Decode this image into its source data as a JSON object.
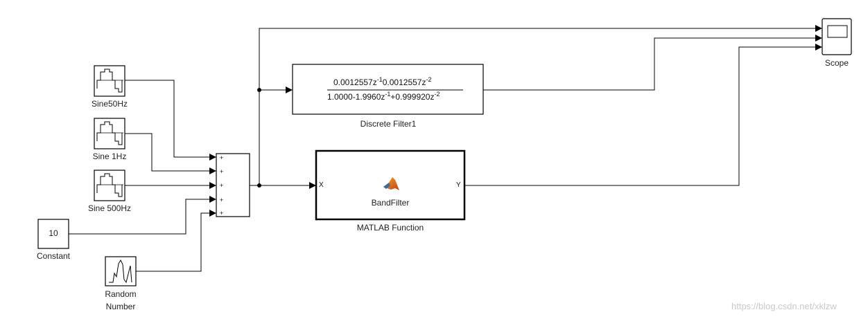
{
  "blocks": {
    "sine50": {
      "label": "Sine50Hz"
    },
    "sine1": {
      "label": "Sine 1Hz"
    },
    "sine500": {
      "label": "Sine 500Hz"
    },
    "constant": {
      "label": "Constant",
      "value": "10"
    },
    "random": {
      "label_line1": "Random",
      "label_line2": "Number"
    },
    "sum": {
      "signs": [
        "+",
        "+",
        "+",
        "+",
        "+"
      ]
    },
    "filter": {
      "label": "Discrete Filter1",
      "num_a": "0.0012557z",
      "num_a_exp": "-1",
      "num_b": "0.0012557z",
      "num_b_exp": "-2",
      "den_a": "1.0000-1.9960z",
      "den_a_exp": "-1",
      "den_b": "+0.999920z",
      "den_b_exp": "-2"
    },
    "matlab": {
      "label": "MATLAB Function",
      "name": "BandFilter",
      "in_port": "X",
      "out_port": "Y",
      "icon": "matlab-logo-icon"
    },
    "scope": {
      "label": "Scope",
      "icon": "scope-screen-icon"
    }
  },
  "watermark": "https://blog.csdn.net/xklzw",
  "colors": {
    "line": "#000000",
    "border": "#000000",
    "background": "#ffffff"
  }
}
